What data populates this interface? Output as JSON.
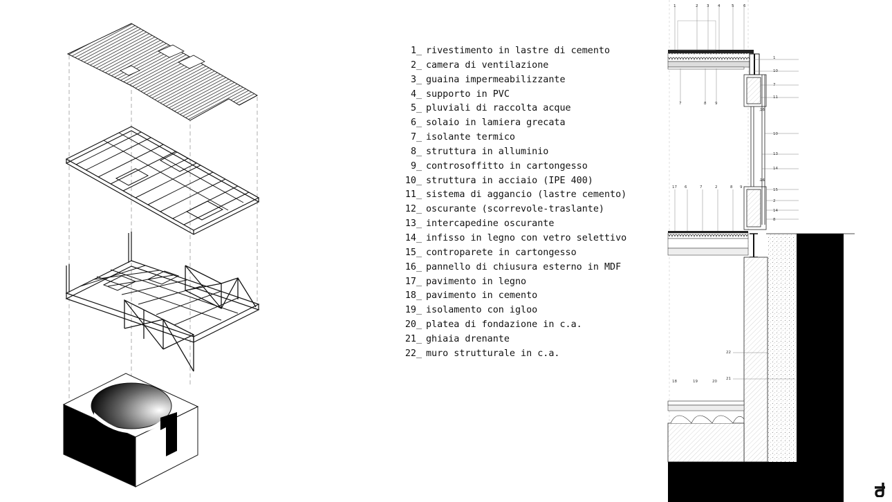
{
  "legend": [
    {
      "num": "1",
      "text": "rivestimento in lastre di cemento"
    },
    {
      "num": "2",
      "text": "camera di ventilazione"
    },
    {
      "num": "3",
      "text": "guaina impermeabilizzante"
    },
    {
      "num": "4",
      "text": "supporto in PVC"
    },
    {
      "num": "5",
      "text": "pluviali di raccolta acque"
    },
    {
      "num": "6",
      "text": "solaio in lamiera grecata"
    },
    {
      "num": "7",
      "text": "isolante termico"
    },
    {
      "num": "8",
      "text": "struttura in alluminio"
    },
    {
      "num": "9",
      "text": "controsoffitto in cartongesso"
    },
    {
      "num": "10",
      "text": "struttura in acciaio (IPE 400)"
    },
    {
      "num": "11",
      "text": "sistema di aggancio (lastre cemento)"
    },
    {
      "num": "12",
      "text": "oscurante (scorrevole-traslante)"
    },
    {
      "num": "13",
      "text": "intercapedine oscurante"
    },
    {
      "num": "14",
      "text": "infisso in legno con vetro selettivo"
    },
    {
      "num": "15",
      "text": "controparete in cartongesso"
    },
    {
      "num": "16",
      "text": "pannello di chiusura esterno in MDF"
    },
    {
      "num": "17",
      "text": "pavimento in legno"
    },
    {
      "num": "18",
      "text": "pavimento in cemento"
    },
    {
      "num": "19",
      "text": "isolamento con igloo"
    },
    {
      "num": "20",
      "text": "platea di fondazione in c.a."
    },
    {
      "num": "21",
      "text": "ghiaia drenante"
    },
    {
      "num": "22",
      "text": "muro strutturale in c.a."
    }
  ],
  "legend_separator": "_",
  "section_labels": {
    "top": [
      "1",
      "2",
      "3",
      "4",
      "5",
      "6"
    ],
    "right_upper": [
      "1",
      "10",
      "7",
      "11",
      "16",
      "10",
      "13",
      "14",
      "16"
    ],
    "right_lower": [
      "15",
      "2",
      "14",
      "8"
    ],
    "ceiling": [
      "7",
      "8",
      "9"
    ],
    "floor": [
      "17",
      "6",
      "7",
      "2",
      "8",
      "9"
    ],
    "ground": [
      "22",
      "21"
    ],
    "base": [
      "18",
      "19",
      "20"
    ]
  },
  "colors": {
    "ink": "#111111",
    "background": "#ffffff",
    "earth": "#000000"
  },
  "logo_icon": "studio-logo-icon"
}
